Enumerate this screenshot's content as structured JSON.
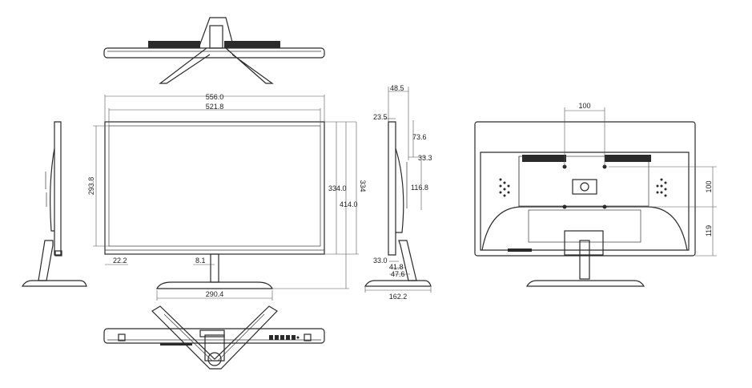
{
  "dimensions": {
    "overall_width": "556.0",
    "panel_width": "521.8",
    "panel_height": "293.8",
    "bottom_bezel": "22.2",
    "neck_gap": "8.1",
    "base_width": "290.4",
    "height_to_panel_top": "334.0",
    "overall_height": "414.0",
    "right_height": "334",
    "side_depth_top": "48.5",
    "side_offset": "23.5",
    "side_73": "73.6",
    "side_33": "33.3",
    "side_116": "116.8",
    "side_bottom_33": "33.0",
    "side_41": "41.8",
    "side_47": "47.6",
    "base_depth": "162.2",
    "vesa_horizontal": "100",
    "vesa_vertical": "100",
    "vesa_bottom": "119"
  }
}
